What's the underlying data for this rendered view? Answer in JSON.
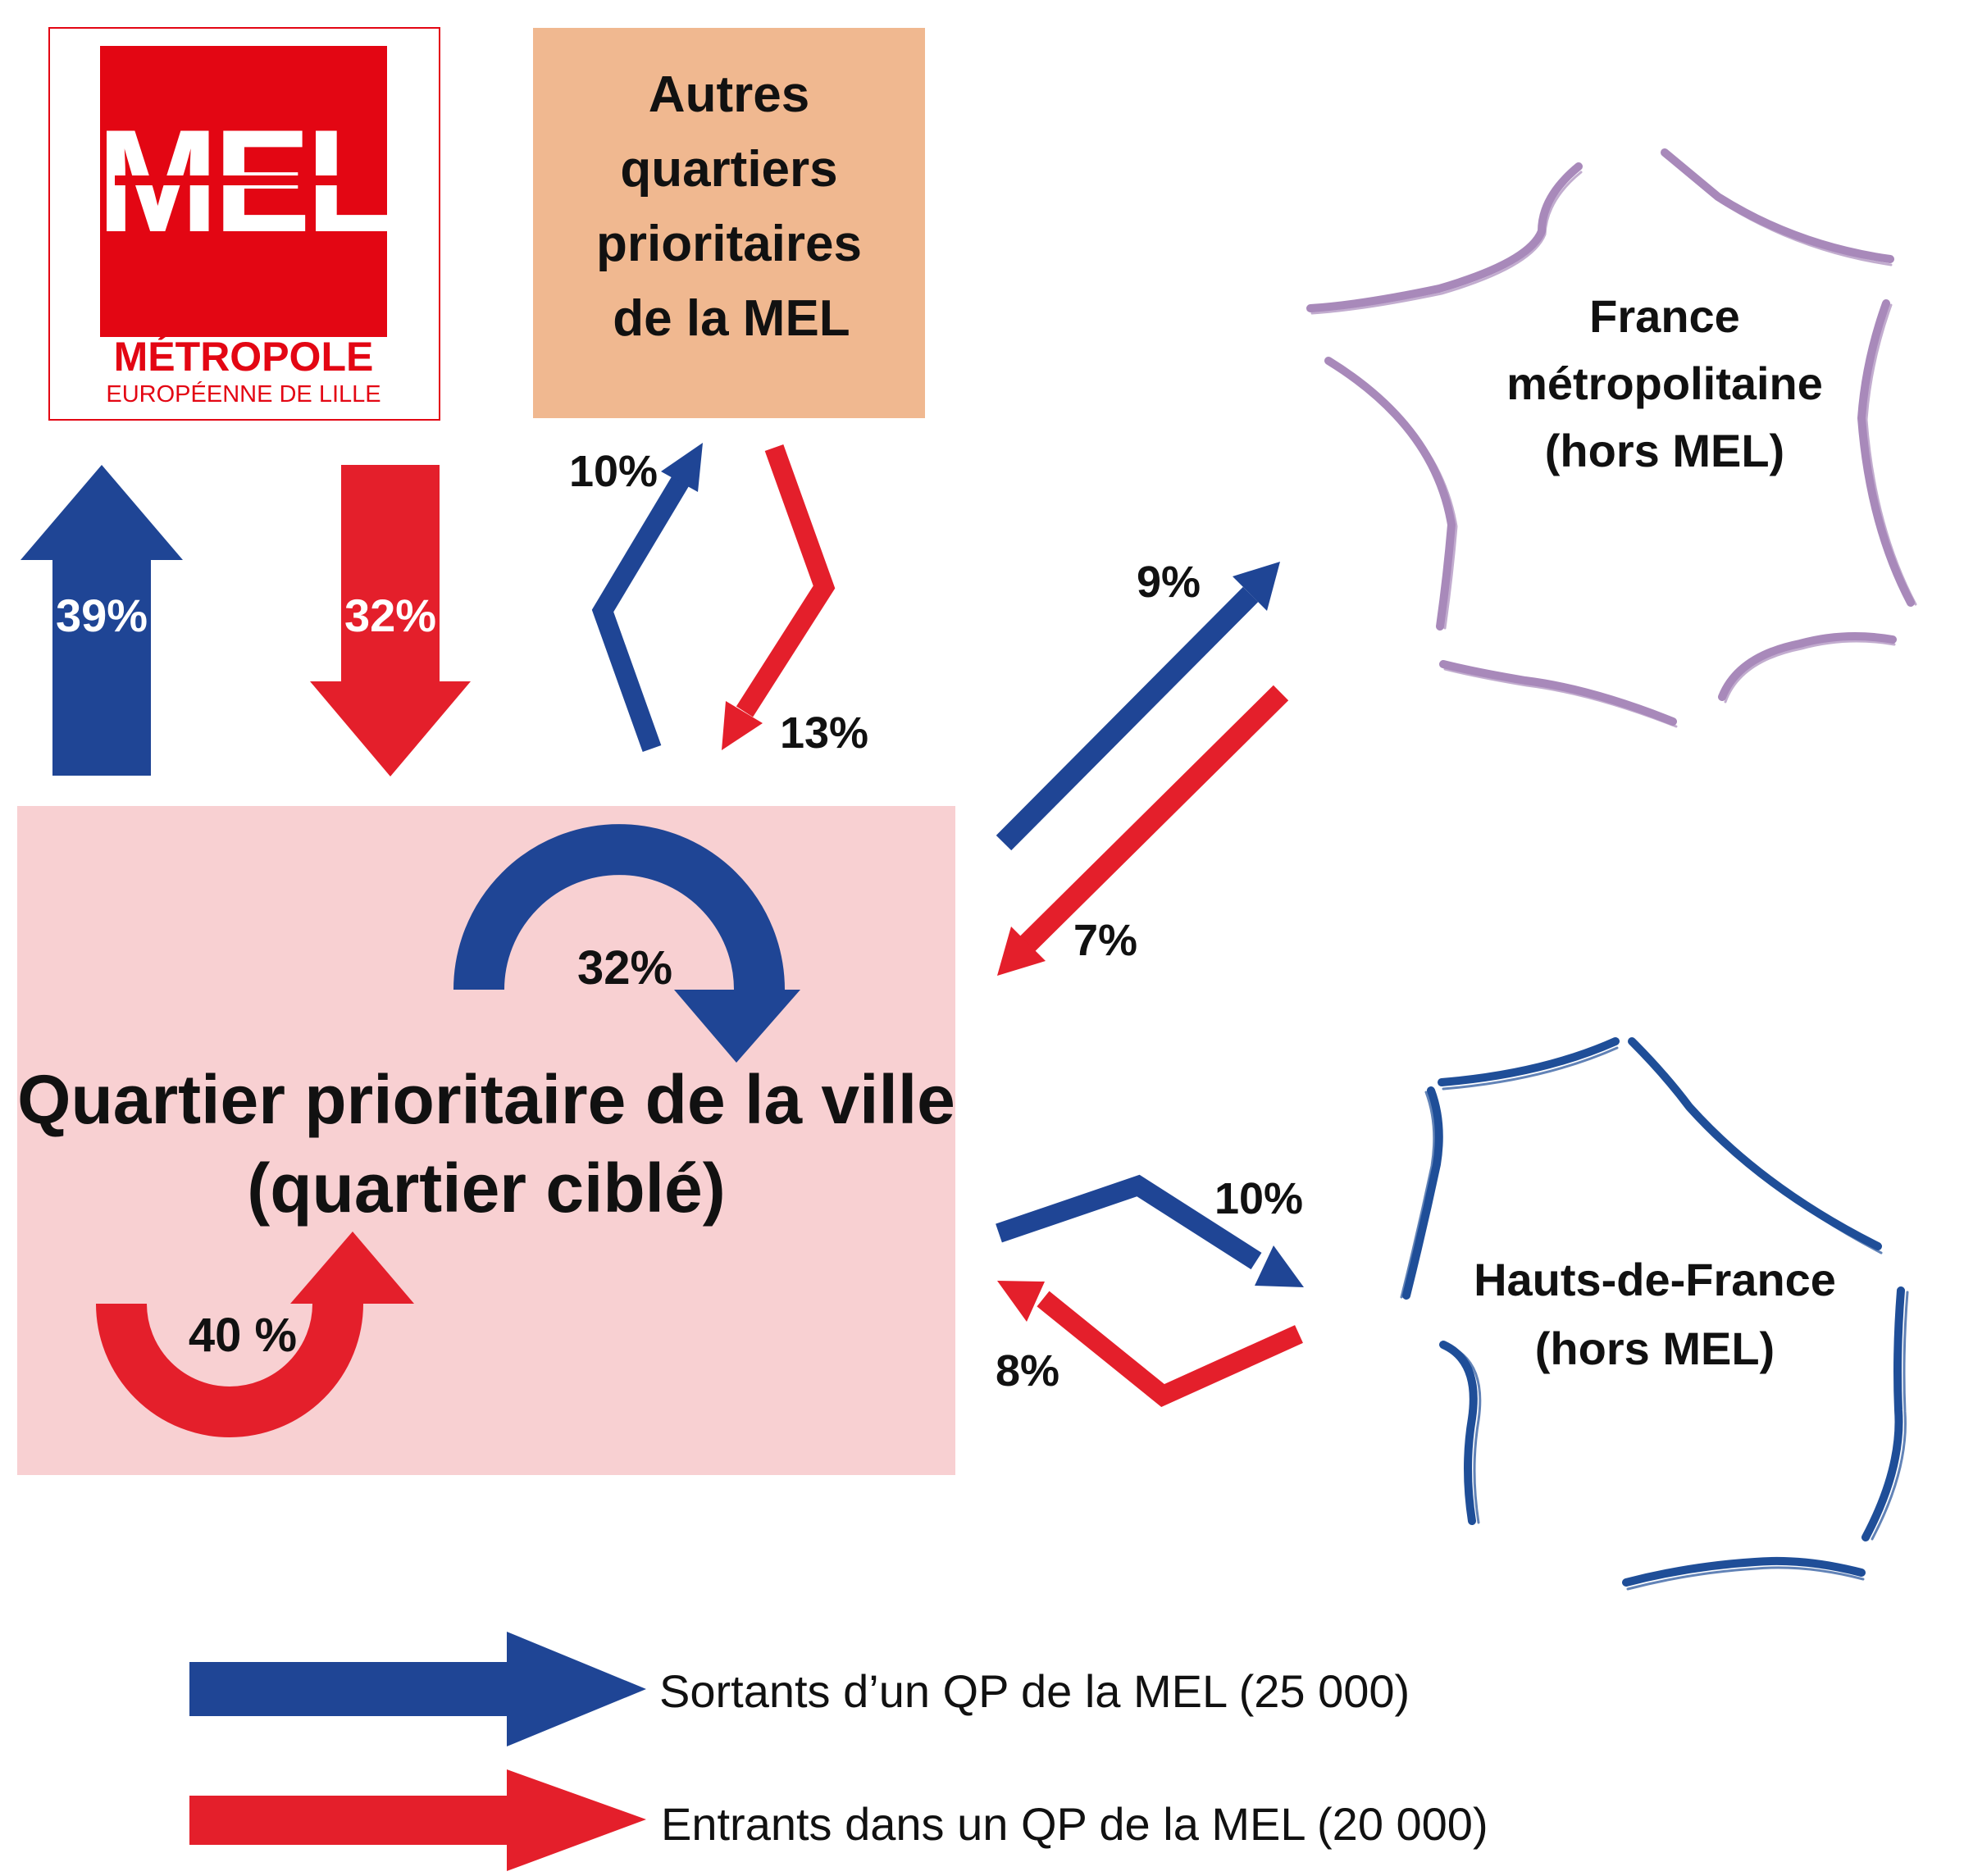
{
  "colors": {
    "outgoing": "#1f4595",
    "incoming": "#e41f2b",
    "logo_red": "#e30613",
    "other_qp_box": "#f0b890",
    "target_box": "#f8d0d2",
    "france_outline": "#a889ba",
    "hdf_outline": "#1f4e98"
  },
  "logo": {
    "word": "MEL",
    "line1": "MÉTROPOLE",
    "line2": "EUROPÉENNE DE LILLE"
  },
  "other_qp": {
    "line1": "Autres",
    "line2": "quartiers",
    "line3": "prioritaires",
    "line4": "de la MEL"
  },
  "france": {
    "line1": "France",
    "line2": "métropolitaine",
    "line3": "(hors MEL)"
  },
  "hdf": {
    "line1": "Hauts-de-France",
    "line2": "(hors MEL)"
  },
  "target": {
    "line1": "Quartier prioritaire de la ville",
    "line2": "(quartier ciblé)"
  },
  "flows": {
    "mel_out": "39%",
    "mel_in": "32%",
    "other_out": "10%",
    "other_in": "13%",
    "france_out": "9%",
    "france_in": "7%",
    "hdf_out": "10%",
    "hdf_in": "8%",
    "stay_out": "32%",
    "stay_in": "40 %"
  },
  "legend": {
    "outgoing": "Sortants d’un QP de la MEL (25 000)",
    "incoming": "Entrants dans un QP de la MEL (20 000)"
  }
}
